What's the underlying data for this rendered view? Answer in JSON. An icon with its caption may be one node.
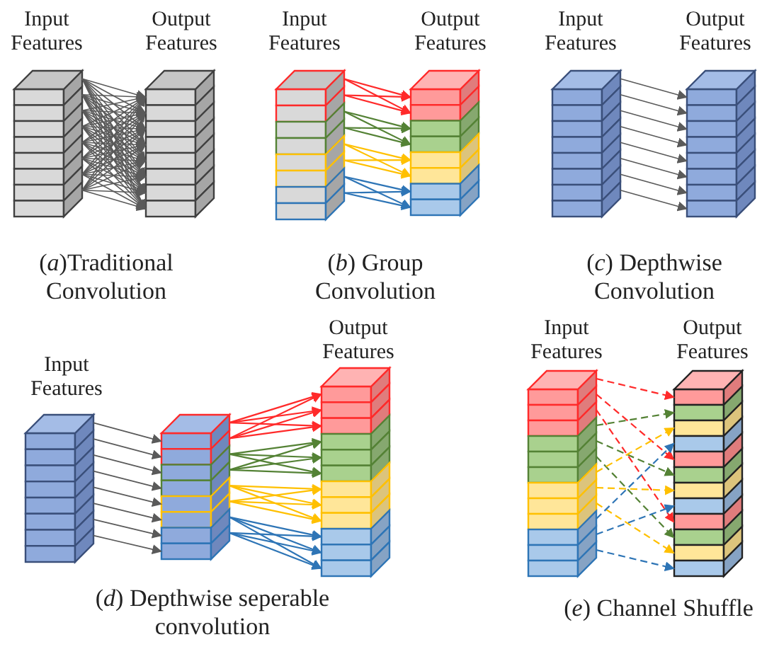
{
  "diagram": {
    "nodes": [
      {
        "text": [],
        "shape": "box"
      },
      {
        "text": [],
        "shape": "box"
      },
      {
        "text": [],
        "shape": "box"
      },
      {
        "text": [],
        "shape": "box"
      },
      {
        "text": [],
        "shape": "box"
      },
      {
        "text": [],
        "shape": "box"
      },
      {
        "text": [],
        "shape": "box"
      },
      {
        "text": [],
        "shape": "box"
      },
      {
        "text": [],
        "shape": "box"
      },
      {
        "text": [],
        "shape": "box"
      },
      {
        "text": [],
        "shape": "box"
      },
      {
        "text": [],
        "shape": "box"
      },
      {
        "text": [],
        "shape": "box"
      },
      {
        "text": [],
        "shape": "box"
      },
      {
        "text": [],
        "shape": "box"
      },
      {
        "text": [],
        "shape": "box"
      },
      {
        "text": [],
        "shape": "box"
      },
      {
        "text": [],
        "shape": "box"
      },
      {
        "text": [],
        "shape": "box"
      },
      {
        "text": [],
        "shape": "box"
      },
      {
        "text": [],
        "shape": "box"
      },
      {
        "text": [],
        "shape": "box"
      },
      {
        "text": [],
        "shape": "box"
      },
      {
        "text": [],
        "shape": "box"
      },
      {
        "text": [],
        "shape": "box"
      },
      {
        "text": [],
        "shape": "box"
      },
      {
        "text": [],
        "shape": "box"
      },
      {
        "text": [],
        "shape": "box"
      },
      {
        "text": [],
        "shape": "box"
      },
      {
        "text": [],
        "shape": "box"
      },
      {
        "text": [],
        "shape": "box"
      },
      {
        "text": [],
        "shape": "box"
      },
      {
        "text": [],
        "shape": "box"
      },
      {
        "text": [],
        "shape": "box"
      },
      {
        "text": [],
        "shape": "box"
      },
      {
        "text": [],
        "shape": "box"
      },
      {
        "text": [],
        "shape": "box"
      },
      {
        "text": [],
        "shape": "box"
      },
      {
        "text": [],
        "shape": "box"
      },
      {
        "text": [],
        "shape": "box"
      },
      {
        "text": [],
        "shape": "box"
      },
      {
        "text": [],
        "shape": "box"
      },
      {
        "text": [],
        "shape": "box"
      },
      {
        "text": [],
        "shape": "box"
      },
      {
        "text": [],
        "shape": "box"
      },
      {
        "text": [],
        "shape": "box"
      },
      {
        "text": [],
        "shape": "box"
      },
      {
        "text": [],
        "shape": "box"
      },
      {
        "text": [],
        "shape": "box"
      },
      {
        "text": [],
        "shape": "box"
      },
      {
        "text": [],
        "shape": "box"
      },
      {
        "text": [],
        "shape": "box"
      },
      {
        "text": [],
        "shape": "box"
      },
      {
        "text": [],
        "shape": "box"
      },
      {
        "text": [],
        "shape": "box"
      },
      {
        "text": [],
        "shape": "box"
      },
      {
        "text": [],
        "shape": "box"
      },
      {
        "text": [],
        "shape": "box"
      },
      {
        "text": [],
        "shape": "box"
      },
      {
        "text": [],
        "shape": "box"
      },
      {
        "text": [],
        "shape": "box"
      },
      {
        "text": [],
        "shape": "box"
      },
      {
        "text": [],
        "shape": "box"
      },
      {
        "text": [],
        "shape": "box"
      },
      {
        "text": [],
        "shape": "box"
      },
      {
        "text": [],
        "shape": "box"
      },
      {
        "text": [],
        "shape": "box"
      },
      {
        "text": [],
        "shape": "box"
      },
      {
        "text": [],
        "shape": "box"
      },
      {
        "text": [],
        "shape": "box"
      },
      {
        "text": [],
        "shape": "box"
      },
      {
        "text": [],
        "shape": "box"
      },
      {
        "text": [],
        "shape": "box"
      },
      {
        "text": [],
        "shape": "box"
      },
      {
        "text": [],
        "shape": "box"
      },
      {
        "text": [],
        "shape": "box"
      },
      {
        "text": [],
        "shape": "box"
      },
      {
        "text": [],
        "shape": "box"
      },
      {
        "text": [],
        "shape": "box"
      },
      {
        "text": [],
        "shape": "box"
      },
      {
        "text": [],
        "shape": "box"
      },
      {
        "text": [],
        "shape": "box"
      },
      {
        "text": [],
        "shape": "box"
      },
      {
        "text": [],
        "shape": "box"
      },
      {
        "text": [],
        "shape": "box"
      },
      {
        "text": [],
        "shape": "box"
      },
      {
        "text": [],
        "shape": "box"
      },
      {
        "text": [],
        "shape": "box"
      },
      {
        "text": [],
        "shape": "box"
      },
      {
        "text": [],
        "shape": "box"
      },
      {
        "text": [],
        "shape": "box"
      },
      {
        "text": [],
        "shape": "box"
      },
      {
        "text": [],
        "shape": "box"
      },
      {
        "text": [],
        "shape": "box"
      },
      {
        "text": [],
        "shape": "box"
      },
      {
        "text": [],
        "shape": "box"
      },
      {
        "text": [],
        "shape": "box"
      },
      {
        "text": [],
        "shape": "box"
      },
      {
        "text": [],
        "shape": "box"
      },
      {
        "text": [],
        "shape": "box"
      }
    ],
    "edges": [
      {
        "from": 0,
        "to": 8,
        "arrow": "to"
      },
      {
        "from": 0,
        "to": 9,
        "arrow": "to"
      },
      {
        "from": 0,
        "to": 10,
        "arrow": "to"
      },
      {
        "from": 0,
        "to": 11,
        "arrow": "to"
      },
      {
        "from": 0,
        "to": 12,
        "arrow": "to"
      },
      {
        "from": 0,
        "to": 13,
        "arrow": "to"
      },
      {
        "from": 0,
        "to": 14,
        "arrow": "to"
      },
      {
        "from": 0,
        "to": 15,
        "arrow": "to"
      },
      {
        "from": 1,
        "to": 8,
        "arrow": "to"
      },
      {
        "from": 1,
        "to": 9,
        "arrow": "to"
      },
      {
        "from": 1,
        "to": 10,
        "arrow": "to"
      },
      {
        "from": 1,
        "to": 11,
        "arrow": "to"
      },
      {
        "from": 1,
        "to": 12,
        "arrow": "to"
      },
      {
        "from": 1,
        "to": 13,
        "arrow": "to"
      },
      {
        "from": 1,
        "to": 14,
        "arrow": "to"
      },
      {
        "from": 1,
        "to": 15,
        "arrow": "to"
      },
      {
        "from": 2,
        "to": 8,
        "arrow": "to"
      },
      {
        "from": 2,
        "to": 9,
        "arrow": "to"
      },
      {
        "from": 2,
        "to": 10,
        "arrow": "to"
      },
      {
        "from": 2,
        "to": 11,
        "arrow": "to"
      },
      {
        "from": 2,
        "to": 12,
        "arrow": "to"
      },
      {
        "from": 2,
        "to": 13,
        "arrow": "to"
      },
      {
        "from": 2,
        "to": 14,
        "arrow": "to"
      },
      {
        "from": 2,
        "to": 15,
        "arrow": "to"
      },
      {
        "from": 3,
        "to": 8,
        "arrow": "to"
      },
      {
        "from": 3,
        "to": 9,
        "arrow": "to"
      },
      {
        "from": 3,
        "to": 10,
        "arrow": "to"
      },
      {
        "from": 3,
        "to": 11,
        "arrow": "to"
      },
      {
        "from": 3,
        "to": 12,
        "arrow": "to"
      },
      {
        "from": 3,
        "to": 13,
        "arrow": "to"
      },
      {
        "from": 3,
        "to": 14,
        "arrow": "to"
      },
      {
        "from": 3,
        "to": 15,
        "arrow": "to"
      },
      {
        "from": 4,
        "to": 8,
        "arrow": "to"
      },
      {
        "from": 4,
        "to": 9,
        "arrow": "to"
      },
      {
        "from": 4,
        "to": 10,
        "arrow": "to"
      },
      {
        "from": 4,
        "to": 11,
        "arrow": "to"
      },
      {
        "from": 4,
        "to": 12,
        "arrow": "to"
      },
      {
        "from": 4,
        "to": 13,
        "arrow": "to"
      },
      {
        "from": 4,
        "to": 14,
        "arrow": "to"
      },
      {
        "from": 4,
        "to": 15,
        "arrow": "to"
      },
      {
        "from": 5,
        "to": 8,
        "arrow": "to"
      },
      {
        "from": 5,
        "to": 9,
        "arrow": "to"
      },
      {
        "from": 5,
        "to": 10,
        "arrow": "to"
      },
      {
        "from": 5,
        "to": 11,
        "arrow": "to"
      },
      {
        "from": 5,
        "to": 12,
        "arrow": "to"
      },
      {
        "from": 5,
        "to": 13,
        "arrow": "to"
      },
      {
        "from": 5,
        "to": 14,
        "arrow": "to"
      },
      {
        "from": 5,
        "to": 15,
        "arrow": "to"
      },
      {
        "from": 6,
        "to": 8,
        "arrow": "to"
      },
      {
        "from": 6,
        "to": 9,
        "arrow": "to"
      },
      {
        "from": 6,
        "to": 10,
        "arrow": "to"
      },
      {
        "from": 6,
        "to": 11,
        "arrow": "to"
      },
      {
        "from": 6,
        "to": 12,
        "arrow": "to"
      },
      {
        "from": 6,
        "to": 13,
        "arrow": "to"
      },
      {
        "from": 6,
        "to": 14,
        "arrow": "to"
      },
      {
        "from": 6,
        "to": 15,
        "arrow": "to"
      },
      {
        "from": 7,
        "to": 8,
        "arrow": "to"
      },
      {
        "from": 7,
        "to": 9,
        "arrow": "to"
      },
      {
        "from": 7,
        "to": 10,
        "arrow": "to"
      },
      {
        "from": 7,
        "to": 11,
        "arrow": "to"
      },
      {
        "from": 7,
        "to": 12,
        "arrow": "to"
      },
      {
        "from": 7,
        "to": 13,
        "arrow": "to"
      },
      {
        "from": 7,
        "to": 14,
        "arrow": "to"
      },
      {
        "from": 7,
        "to": 15,
        "arrow": "to"
      },
      {
        "from": 16,
        "to": 24,
        "arrow": "to",
        "color": "#ff2a2a"
      },
      {
        "from": 16,
        "to": 25,
        "arrow": "to",
        "color": "#ff2a2a"
      },
      {
        "from": 17,
        "to": 24,
        "arrow": "to",
        "color": "#ff2a2a"
      },
      {
        "from": 17,
        "to": 25,
        "arrow": "to",
        "color": "#ff2a2a"
      },
      {
        "from": 18,
        "to": 26,
        "arrow": "to",
        "color": "#548235"
      },
      {
        "from": 18,
        "to": 27,
        "arrow": "to",
        "color": "#548235"
      },
      {
        "from": 19,
        "to": 26,
        "arrow": "to",
        "color": "#548235"
      },
      {
        "from": 19,
        "to": 27,
        "arrow": "to",
        "color": "#548235"
      },
      {
        "from": 20,
        "to": 28,
        "arrow": "to",
        "color": "#ffc000"
      },
      {
        "from": 20,
        "to": 29,
        "arrow": "to",
        "color": "#ffc000"
      },
      {
        "from": 21,
        "to": 28,
        "arrow": "to",
        "color": "#ffc000"
      },
      {
        "from": 21,
        "to": 29,
        "arrow": "to",
        "color": "#ffc000"
      },
      {
        "from": 22,
        "to": 30,
        "arrow": "to",
        "color": "#2e75b6"
      },
      {
        "from": 22,
        "to": 31,
        "arrow": "to",
        "color": "#2e75b6"
      },
      {
        "from": 23,
        "to": 30,
        "arrow": "to",
        "color": "#2e75b6"
      },
      {
        "from": 23,
        "to": 31,
        "arrow": "to",
        "color": "#2e75b6"
      },
      {
        "from": 32,
        "to": 40,
        "arrow": "to"
      },
      {
        "from": 33,
        "to": 41,
        "arrow": "to"
      },
      {
        "from": 34,
        "to": 42,
        "arrow": "to"
      },
      {
        "from": 35,
        "to": 43,
        "arrow": "to"
      },
      {
        "from": 36,
        "to": 44,
        "arrow": "to"
      },
      {
        "from": 37,
        "to": 45,
        "arrow": "to"
      },
      {
        "from": 38,
        "to": 46,
        "arrow": "to"
      },
      {
        "from": 39,
        "to": 47,
        "arrow": "to"
      },
      {
        "from": 48,
        "to": 56,
        "arrow": "to"
      },
      {
        "from": 49,
        "to": 57,
        "arrow": "to"
      },
      {
        "from": 50,
        "to": 58,
        "arrow": "to"
      },
      {
        "from": 51,
        "to": 59,
        "arrow": "to"
      },
      {
        "from": 52,
        "to": 60,
        "arrow": "to"
      },
      {
        "from": 53,
        "to": 61,
        "arrow": "to"
      },
      {
        "from": 54,
        "to": 62,
        "arrow": "to"
      },
      {
        "from": 55,
        "to": 63,
        "arrow": "to"
      },
      {
        "from": 56,
        "to": 64,
        "arrow": "to",
        "color": "#ff2a2a"
      },
      {
        "from": 56,
        "to": 65,
        "arrow": "to",
        "color": "#ff2a2a"
      },
      {
        "from": 56,
        "to": 66,
        "arrow": "to",
        "color": "#ff2a2a"
      },
      {
        "from": 57,
        "to": 64,
        "arrow": "to",
        "color": "#ff2a2a"
      },
      {
        "from": 57,
        "to": 65,
        "arrow": "to",
        "color": "#ff2a2a"
      },
      {
        "from": 57,
        "to": 66,
        "arrow": "to",
        "color": "#ff2a2a"
      },
      {
        "from": 58,
        "to": 67,
        "arrow": "to",
        "color": "#548235"
      },
      {
        "from": 58,
        "to": 68,
        "arrow": "to",
        "color": "#548235"
      },
      {
        "from": 58,
        "to": 69,
        "arrow": "to",
        "color": "#548235"
      },
      {
        "from": 59,
        "to": 67,
        "arrow": "to",
        "color": "#548235"
      },
      {
        "from": 59,
        "to": 68,
        "arrow": "to",
        "color": "#548235"
      },
      {
        "from": 59,
        "to": 69,
        "arrow": "to",
        "color": "#548235"
      },
      {
        "from": 60,
        "to": 70,
        "arrow": "to",
        "color": "#ffc000"
      },
      {
        "from": 60,
        "to": 71,
        "arrow": "to",
        "color": "#ffc000"
      },
      {
        "from": 60,
        "to": 72,
        "arrow": "to",
        "color": "#ffc000"
      },
      {
        "from": 61,
        "to": 70,
        "arrow": "to",
        "color": "#ffc000"
      },
      {
        "from": 61,
        "to": 71,
        "arrow": "to",
        "color": "#ffc000"
      },
      {
        "from": 61,
        "to": 72,
        "arrow": "to",
        "color": "#ffc000"
      },
      {
        "from": 62,
        "to": 73,
        "arrow": "to",
        "color": "#2e75b6"
      },
      {
        "from": 62,
        "to": 74,
        "arrow": "to",
        "color": "#2e75b6"
      },
      {
        "from": 62,
        "to": 75,
        "arrow": "to",
        "color": "#2e75b6"
      },
      {
        "from": 63,
        "to": 73,
        "arrow": "to",
        "color": "#2e75b6"
      },
      {
        "from": 63,
        "to": 74,
        "arrow": "to",
        "color": "#2e75b6"
      },
      {
        "from": 63,
        "to": 75,
        "arrow": "to",
        "color": "#2e75b6"
      },
      {
        "from": 76,
        "to": 88,
        "arrow": "to",
        "style": "dashed",
        "color": "#ff2a2a"
      },
      {
        "from": 77,
        "to": 92,
        "arrow": "to",
        "style": "dashed",
        "color": "#ff2a2a"
      },
      {
        "from": 78,
        "to": 96,
        "arrow": "to",
        "style": "dashed",
        "color": "#ff2a2a"
      },
      {
        "from": 79,
        "to": 89,
        "arrow": "to",
        "style": "dashed",
        "color": "#548235"
      },
      {
        "from": 80,
        "to": 93,
        "arrow": "to",
        "style": "dashed",
        "color": "#548235"
      },
      {
        "from": 81,
        "to": 97,
        "arrow": "to",
        "style": "dashed",
        "color": "#548235"
      },
      {
        "from": 82,
        "to": 90,
        "arrow": "to",
        "style": "dashed",
        "color": "#ffc000"
      },
      {
        "from": 83,
        "to": 94,
        "arrow": "to",
        "style": "dashed",
        "color": "#ffc000"
      },
      {
        "from": 84,
        "to": 98,
        "arrow": "to",
        "style": "dashed",
        "color": "#ffc000"
      },
      {
        "from": 85,
        "to": 91,
        "arrow": "to",
        "style": "dashed",
        "color": "#2e75b6"
      },
      {
        "from": 86,
        "to": 95,
        "arrow": "to",
        "style": "dashed",
        "color": "#2e75b6"
      },
      {
        "from": 87,
        "to": 99,
        "arrow": "to",
        "style": "dashed",
        "color": "#2e75b6"
      }
    ],
    "labels": [
      "Input Features",
      "Output Features",
      "Input Features",
      "Output Features",
      "Input Features",
      "Output Features",
      "(*a*)Traditional Convolution",
      "(*b*) Group Convolution",
      "(*c*) Depthwise Convolution",
      "Input Features",
      "Output Features",
      "Input Features",
      "Output Features",
      "(*d*) Depthwise seperable convolution",
      "(*e*) Channel Shuffle"
    ]
  }
}
